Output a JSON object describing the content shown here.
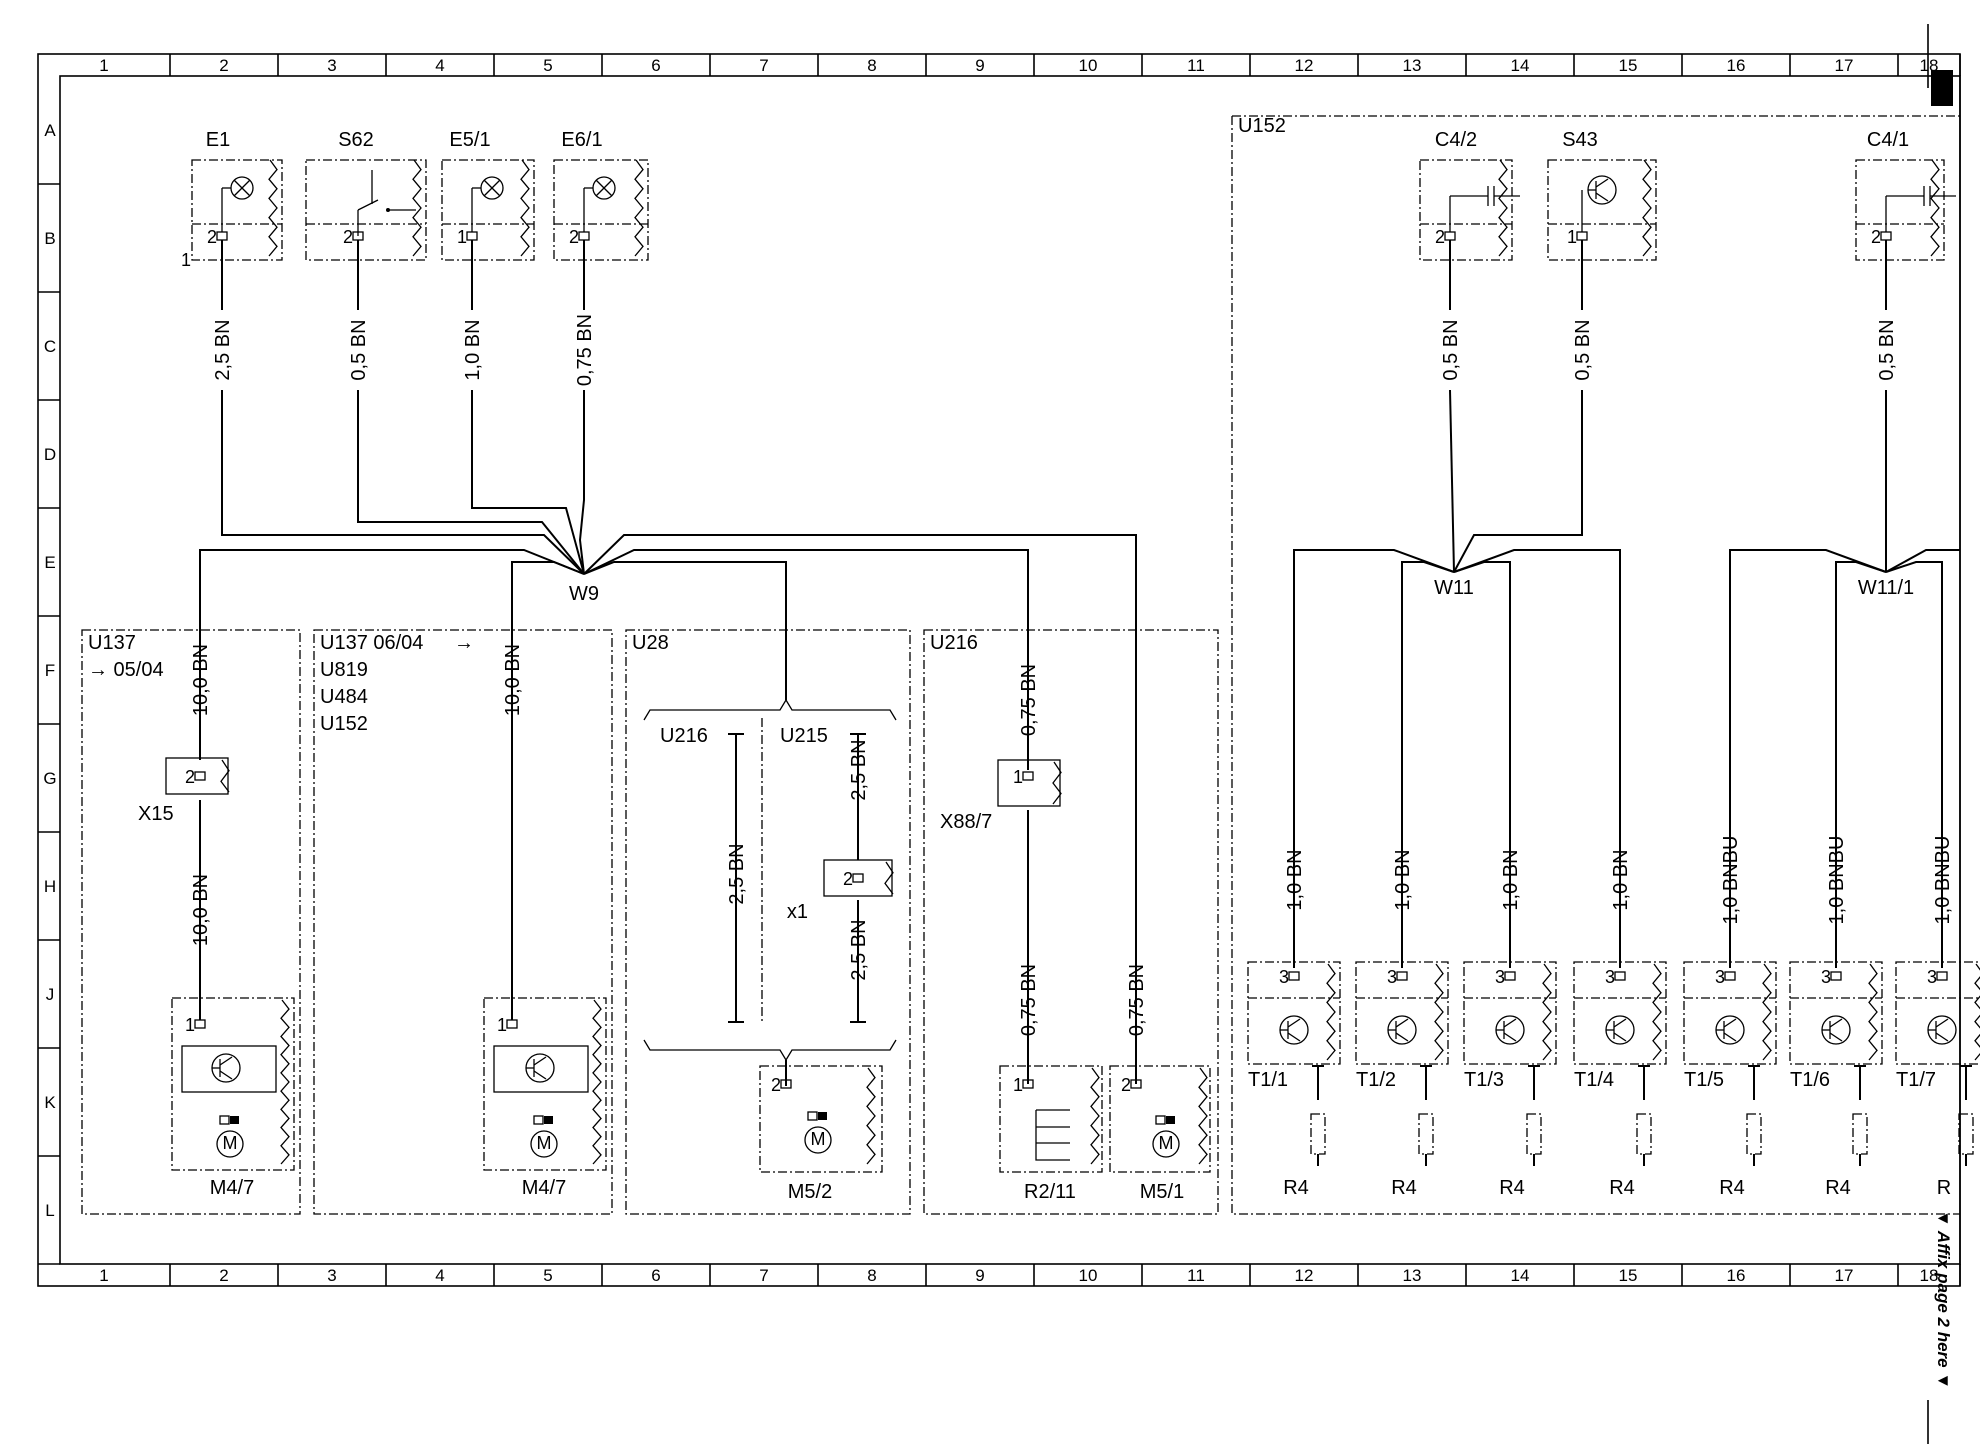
{
  "columns": [
    "1",
    "2",
    "3",
    "4",
    "5",
    "6",
    "7",
    "8",
    "9",
    "10",
    "11",
    "12",
    "13",
    "14",
    "15",
    "16",
    "17",
    "18"
  ],
  "rows": [
    "A",
    "B",
    "C",
    "D",
    "E",
    "F",
    "G",
    "H",
    "J",
    "K",
    "L"
  ],
  "top_components": [
    {
      "id": "E1",
      "pin": "2",
      "wire": "2,5 BN"
    },
    {
      "id": "S62",
      "pin": "2",
      "wire": "0,5 BN"
    },
    {
      "id": "E5/1",
      "pin": "1",
      "wire": "1,0 BN"
    },
    {
      "id": "E6/1",
      "pin": "2",
      "wire": "0,75 BN"
    },
    {
      "id": "C4/2",
      "pin": "2",
      "wire": "0,5 BN"
    },
    {
      "id": "S43",
      "pin": "1",
      "wire": "0,5 BN"
    },
    {
      "id": "C4/1",
      "pin": "2",
      "wire": "0,5 BN"
    }
  ],
  "e1_mark": "1",
  "splices": {
    "w9": "W9",
    "w11": "W11",
    "w11_1": "W11/1"
  },
  "variants": {
    "u137_a": {
      "title": "U137",
      "sub": "→ 05/04",
      "wire_top": "10,0 BN",
      "connector": "X15",
      "connector_pin": "2",
      "wire_bottom": "10,0 BN",
      "motor_pin": "1",
      "motor": "M4/7",
      "motor_symbol": "M"
    },
    "u137_b": {
      "line1": "U137  06/04",
      "arrow": "→",
      "line2": "U819",
      "line3": "U484",
      "line4": "U152",
      "wire": "10,0 BN",
      "motor_pin": "1",
      "motor": "M4/7",
      "motor_symbol": "M"
    },
    "u28": {
      "title": "U28",
      "left": "U216",
      "right": "U215",
      "left_wire": "2,5 BN",
      "right_wire_top": "2,5 BN",
      "right_wire_bottom": "2,5 BN",
      "connector": "x1",
      "connector_pin": "2",
      "motor_pin": "2",
      "motor": "M5/2",
      "motor_symbol": "M"
    },
    "u216": {
      "title": "U216",
      "wire_top": "0,75 BN",
      "connector": "X88/7",
      "connector_pin": "1",
      "wire_bottom": "0,75 BN",
      "heater_pin": "1",
      "heater": "R2/11",
      "wire_m51": "0,75 BN",
      "motor_pin": "2",
      "motor": "M5/1",
      "motor_symbol": "M"
    },
    "u152": {
      "title": "U152"
    }
  },
  "sensors": [
    {
      "id": "T1/1",
      "pin": "3",
      "wire": "1,0 BN",
      "resistor": "R4"
    },
    {
      "id": "T1/2",
      "pin": "3",
      "wire": "1,0 BN",
      "resistor": "R4"
    },
    {
      "id": "T1/3",
      "pin": "3",
      "wire": "1,0 BN",
      "resistor": "R4"
    },
    {
      "id": "T1/4",
      "pin": "3",
      "wire": "1,0 BN",
      "resistor": "R4"
    },
    {
      "id": "T1/5",
      "pin": "3",
      "wire": "1,0 BNBU",
      "resistor": "R4"
    },
    {
      "id": "T1/6",
      "pin": "3",
      "wire": "1,0 BNBU",
      "resistor": "R4"
    },
    {
      "id": "T1/7",
      "pin": "3",
      "wire": "1,0 BNBU",
      "resistor": "R"
    }
  ],
  "affix_note": "▼ Affix page 2 here ▼"
}
